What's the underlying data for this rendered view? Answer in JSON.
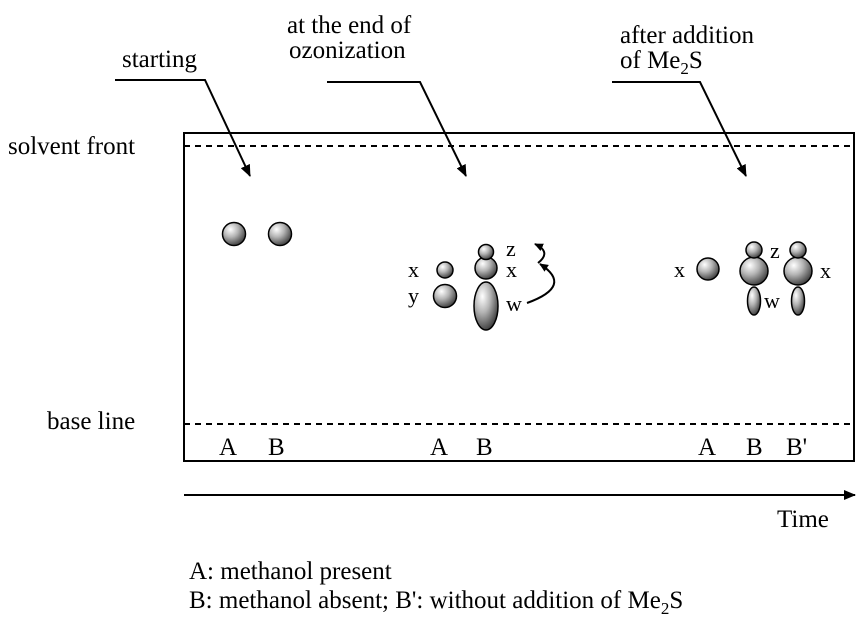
{
  "stages": {
    "starting": "starting",
    "ozonization_line1": "at the end of",
    "ozonization_line2": "ozonization",
    "me2s_line1": "after addition",
    "me2s_line2_prefix": "of Me",
    "me2s_sub": "2",
    "me2s_suffix": "S"
  },
  "plate": {
    "solvent_front": "solvent front",
    "base_line": "base line"
  },
  "lanes": {
    "start_a": "A",
    "start_b": "B",
    "ozon_a": "A",
    "ozon_b": "B",
    "me2s_a": "A",
    "me2s_b": "B",
    "me2s_bp": "B'"
  },
  "spot_labels": {
    "ozon_x_left": "x",
    "ozon_y_left": "y",
    "ozon_z": "z",
    "ozon_x_right": "x",
    "ozon_w": "w",
    "me2s_x_left": "x",
    "me2s_z": "z",
    "me2s_w": "w",
    "me2s_x_right": "x"
  },
  "axis": {
    "time": "Time"
  },
  "legend": {
    "line1": "A: methanol present",
    "line2_prefix": "B: methanol absent; B': without addition of Me",
    "line2_sub": "2",
    "line2_suffix": "S"
  }
}
